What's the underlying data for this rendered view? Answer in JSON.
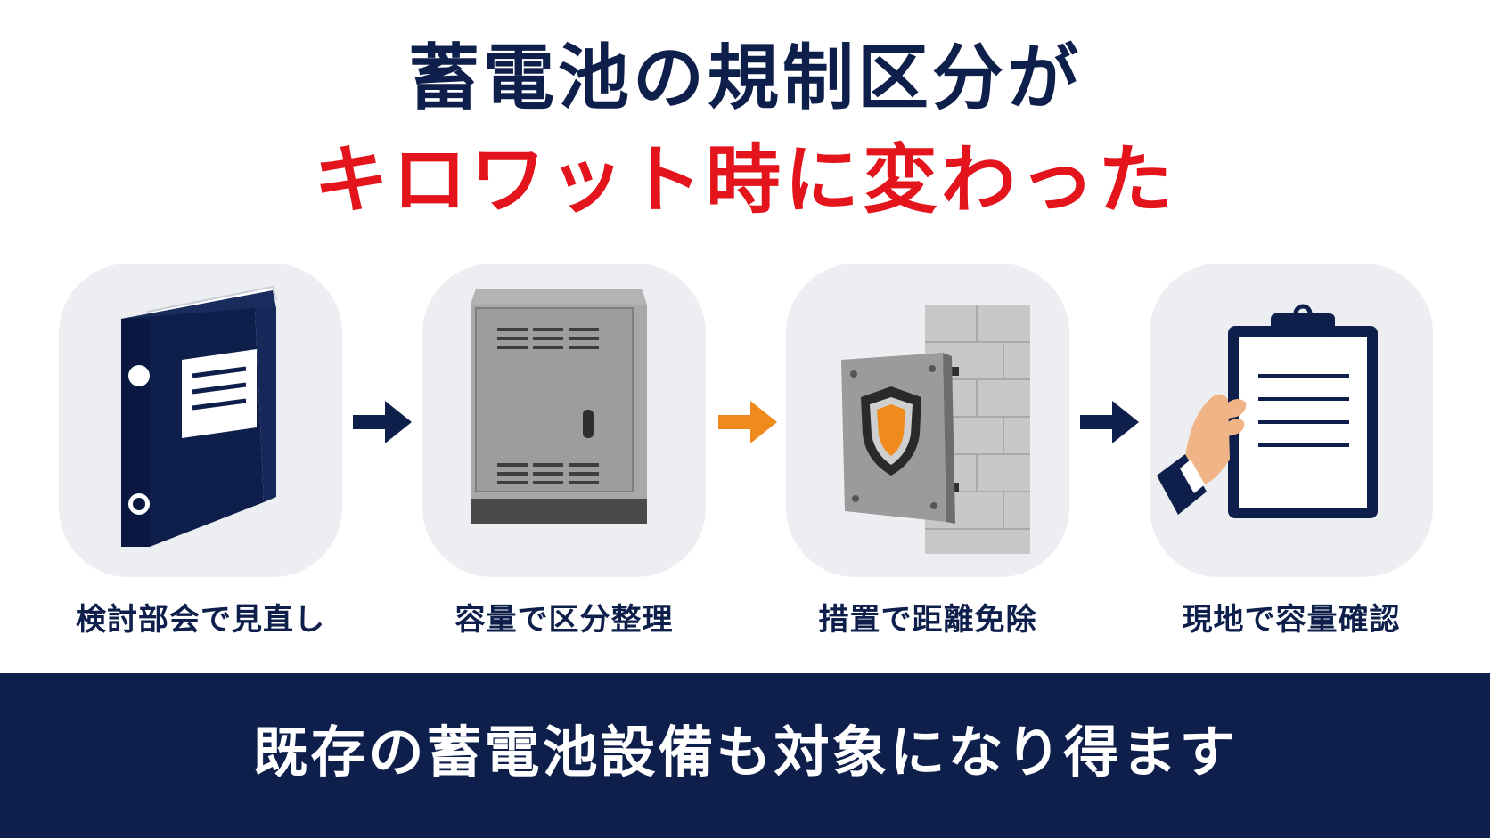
{
  "title": {
    "line1": "蓄電池の規制区分が",
    "line2": "キロワット時に変わった"
  },
  "steps": [
    {
      "label": "検討部会で見直し",
      "icon": "binder-icon"
    },
    {
      "label": "容量で区分整理",
      "icon": "cabinet-icon"
    },
    {
      "label": "措置で距離免除",
      "icon": "shield-wall-icon"
    },
    {
      "label": "現地で容量確認",
      "icon": "clipboard-icon"
    }
  ],
  "arrows": [
    {
      "icon": "arrow-right-icon",
      "color": "#0f1f4b"
    },
    {
      "icon": "arrow-right-icon",
      "color": "#f08a1c"
    },
    {
      "icon": "arrow-right-icon",
      "color": "#0f1f4b"
    }
  ],
  "footer": {
    "text": "既存の蓄電池設備も対象になり得ます"
  },
  "colors": {
    "navy": "#0f1f4b",
    "red": "#e3141b",
    "orange": "#f08a1c",
    "card": "#eceef2"
  }
}
